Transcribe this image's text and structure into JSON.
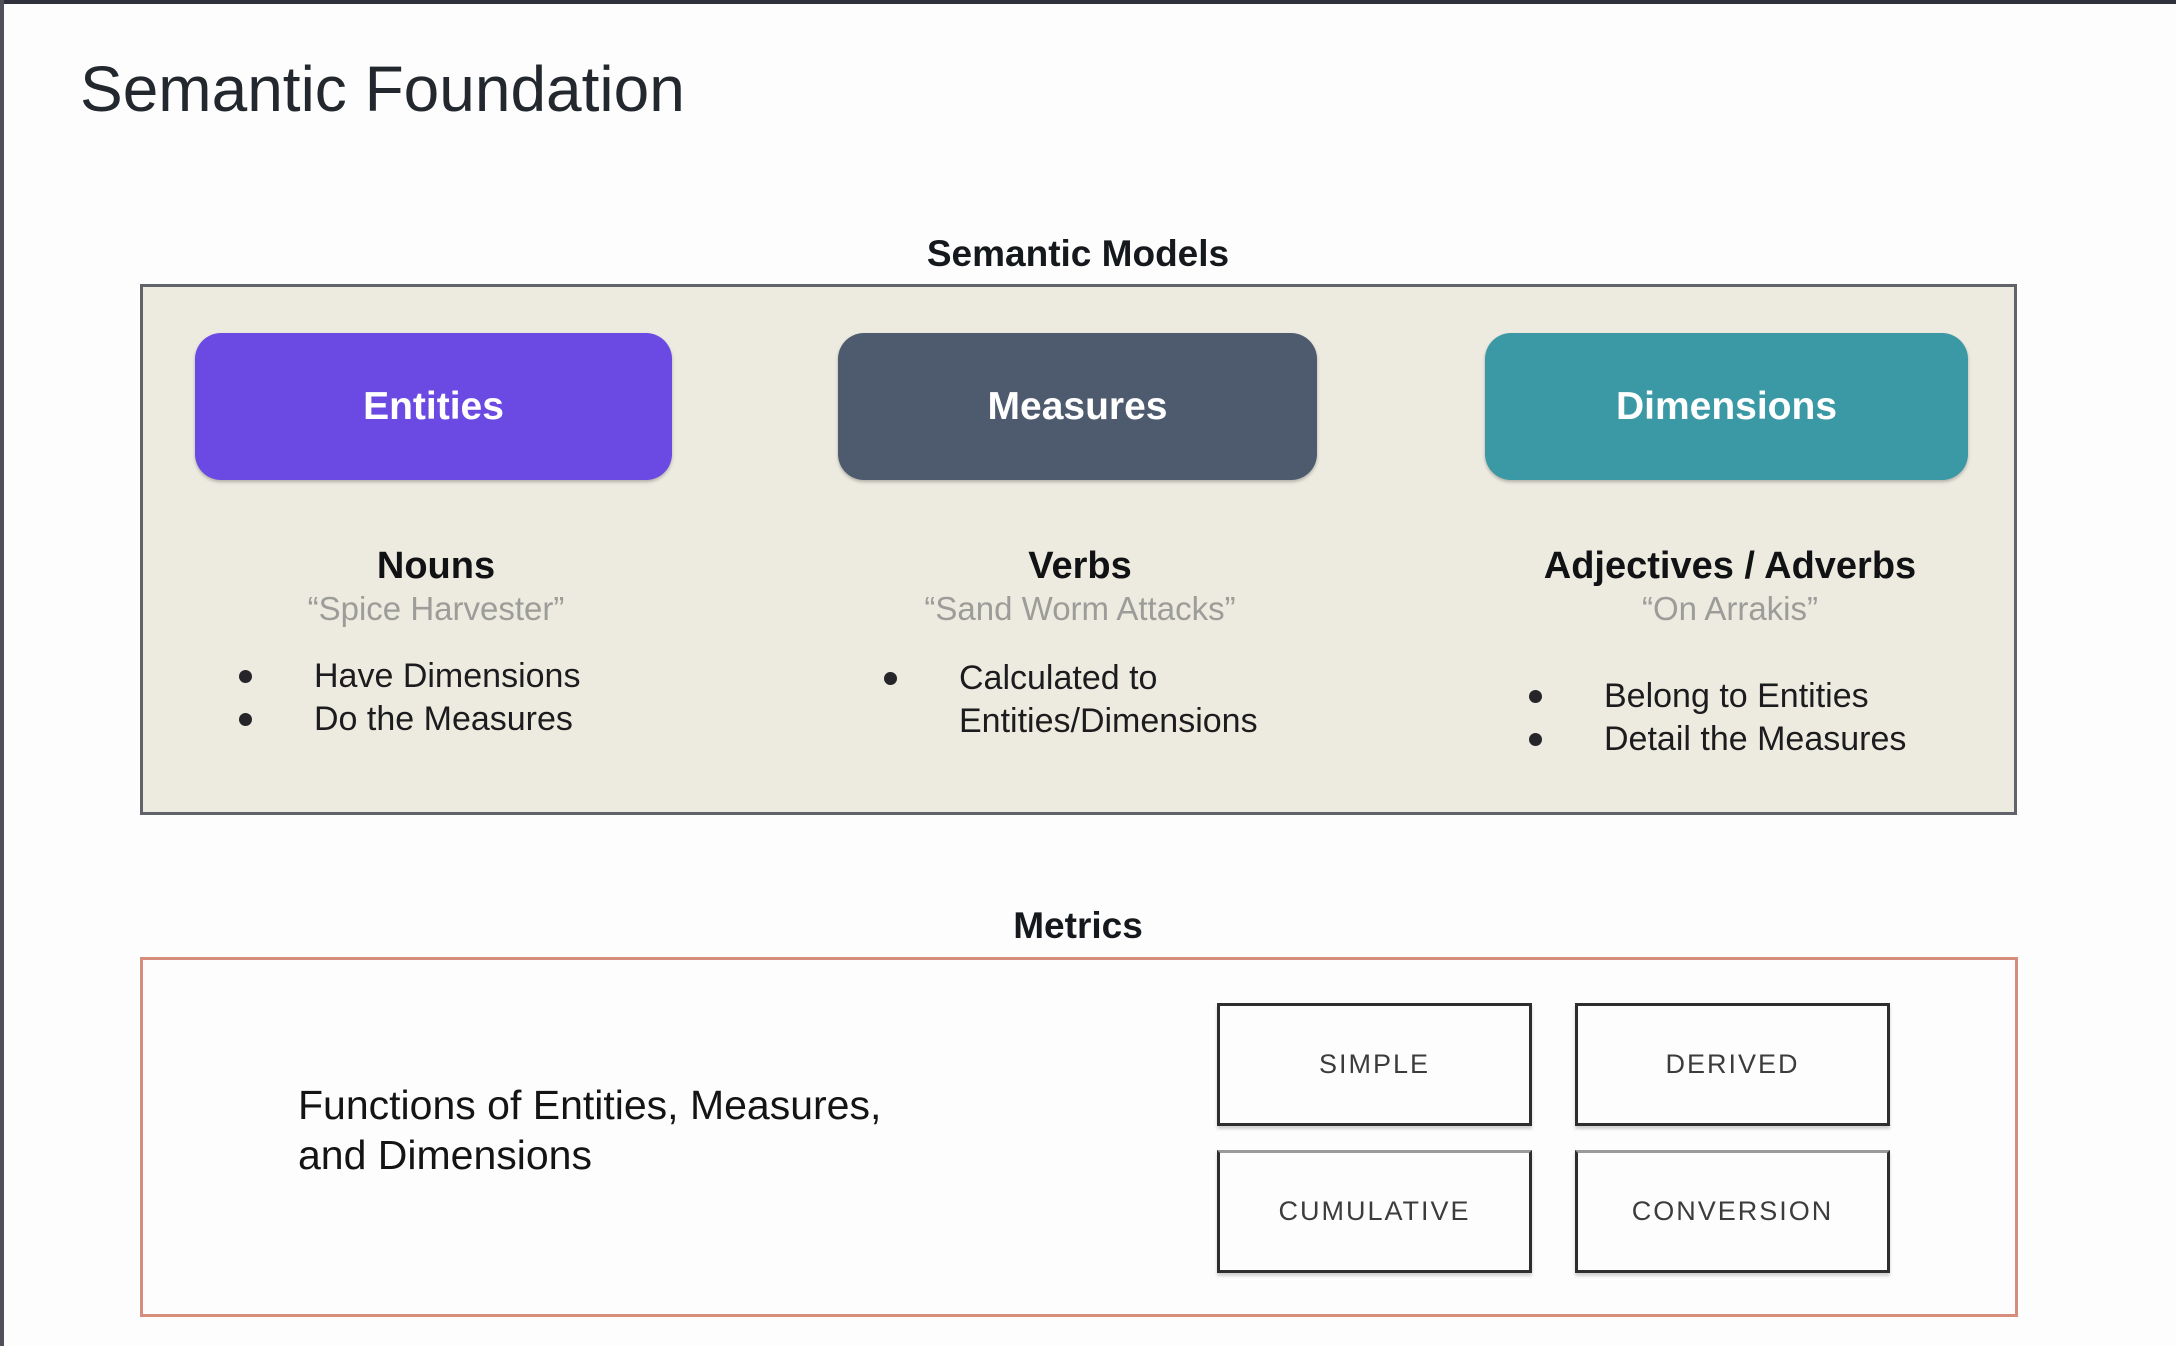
{
  "page": {
    "title": "Semantic Foundation"
  },
  "semantic_models": {
    "heading": "Semantic Models",
    "columns": [
      {
        "pill": "Entities",
        "pill_color": "#6a4ae3",
        "role": "Nouns",
        "quote": "“Spice Harvester”",
        "bullets": [
          "Have Dimensions",
          "Do the Measures"
        ]
      },
      {
        "pill": "Measures",
        "pill_color": "#4e5b6e",
        "role": "Verbs",
        "quote": "“Sand Worm Attacks”",
        "bullets": [
          "Calculated to Entities/Dimensions"
        ]
      },
      {
        "pill": "Dimensions",
        "pill_color": "#3b98a5",
        "role": "Adjectives / Adverbs",
        "quote": "“On Arrakis”",
        "bullets": [
          "Belong to Entities",
          "Detail the Measures"
        ]
      }
    ],
    "panel_background": "#edebe0",
    "panel_border": "#60646a"
  },
  "metrics": {
    "heading": "Metrics",
    "description": "Functions of Entities, Measures,\nand Dimensions",
    "types": [
      "SIMPLE",
      "DERIVED",
      "CUMULATIVE",
      "CONVERSION"
    ],
    "panel_border": "#d68d7c",
    "type_box_border": "#2e2e2e"
  }
}
